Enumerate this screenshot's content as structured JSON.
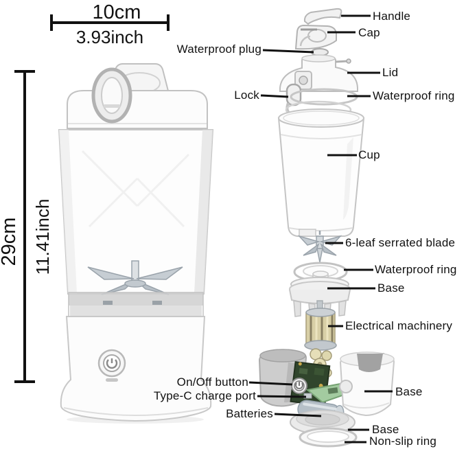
{
  "dimensions": {
    "width_metric": "10cm",
    "width_imperial": "3.93inch",
    "height_metric": "29cm",
    "height_imperial": "11.41inch"
  },
  "parts": {
    "handle": "Handle",
    "cap": "Cap",
    "waterproof_plug": "Waterproof plug",
    "lid": "Lid",
    "lock": "Lock",
    "waterproof_ring_top": "Waterproof ring",
    "cup": "Cup",
    "serrated_blade": "6-leaf serrated blade",
    "waterproof_ring_bottom": "Waterproof ring",
    "base_blade_holder": "Base",
    "electrical_machinery": "Electrical machinery",
    "on_off_button": "On/Off button",
    "type_c_charge_port": "Type-C charge port",
    "batteries": "Batteries",
    "base_shell": "Base",
    "base_plate": "Base",
    "non_slip_ring": "Non-slip ring"
  },
  "icons": {
    "power_button": "power-icon"
  },
  "colors": {
    "background": "#ffffff",
    "text": "#111111",
    "leader_line": "#111111",
    "pcb_dark_green": "#30452c",
    "pcb_light_green": "#a3cba0",
    "battery_grey": "#b6c0c8",
    "motor_winding": "#d8cfa6",
    "shell_grey": "#cdcdcd",
    "product_white": "#fbfbfb"
  }
}
